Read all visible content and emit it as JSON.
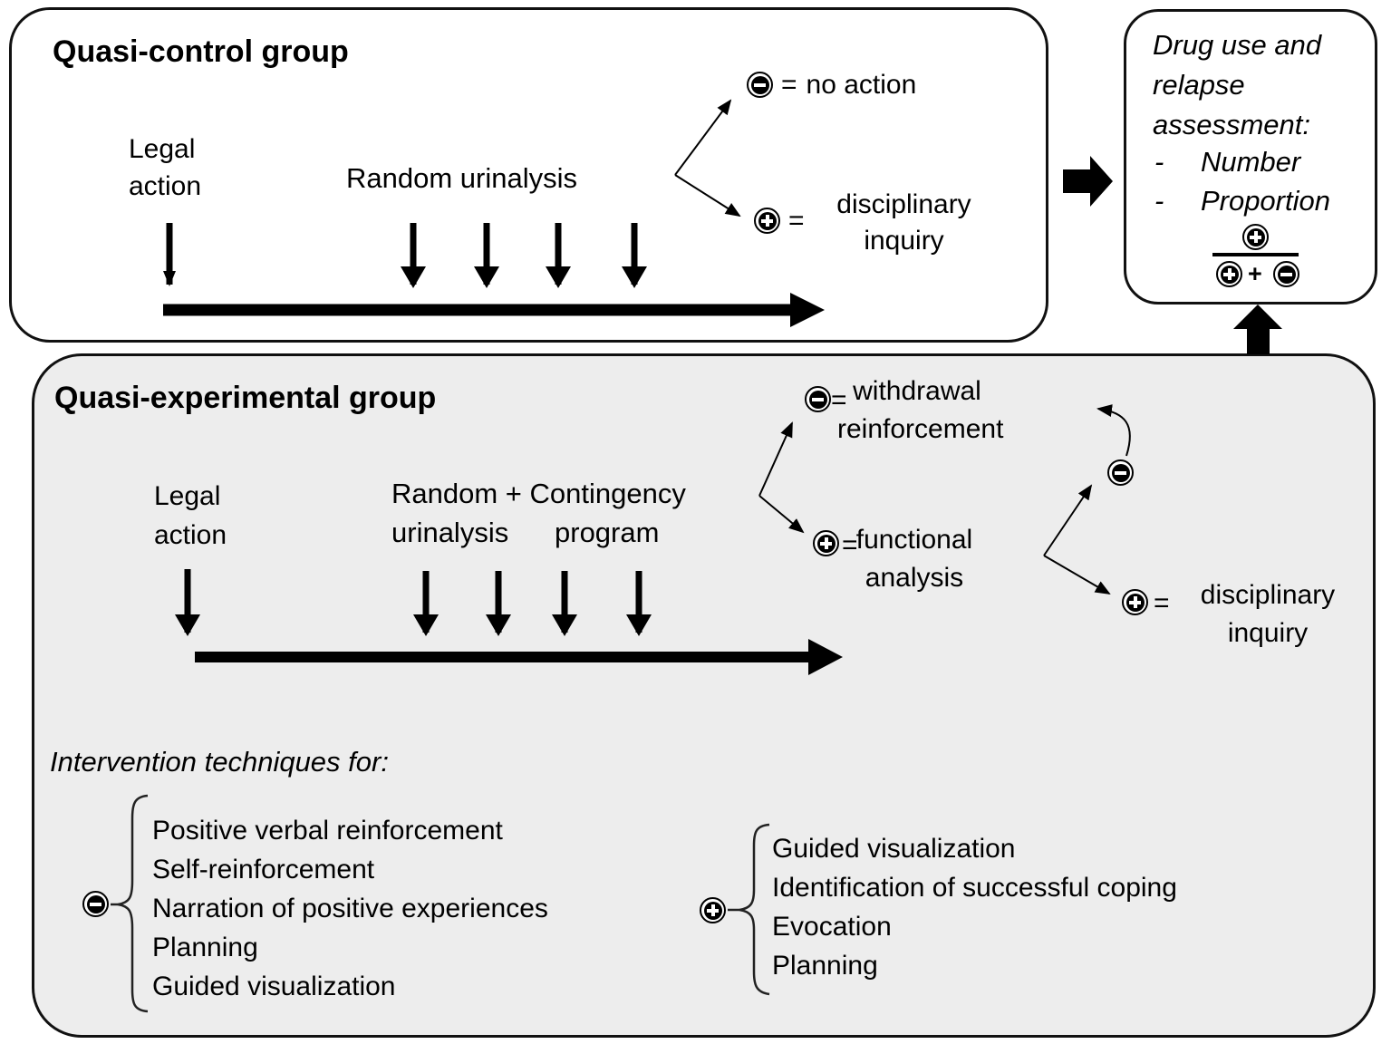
{
  "icons": {
    "minus_circle": "minus-in-circle",
    "plus_circle": "plus-in-circle"
  },
  "colors": {
    "ink": "#000000",
    "experimental_fill": "#ededed",
    "box_fill": "#ffffff"
  },
  "control_group": {
    "title": "Quasi-control group",
    "legal_action": {
      "line1": "Legal",
      "line2": "action"
    },
    "urinalysis": "Random urinalysis",
    "outcome_negative": {
      "equals": "=",
      "label": "no action"
    },
    "outcome_positive": {
      "equals": "=",
      "line1": "disciplinary",
      "line2": "inquiry"
    }
  },
  "assessment": {
    "line1": "Drug use and",
    "line2": "relapse",
    "line3": "assessment:",
    "bullet1": {
      "dash": "-",
      "label": "Number"
    },
    "bullet2": {
      "dash": "-",
      "label": "Proportion"
    },
    "formula_plus_sign": "+"
  },
  "experimental_group": {
    "title": "Quasi-experimental group",
    "legal_action": {
      "line1": "Legal",
      "line2": "action"
    },
    "urinalysis": {
      "line1": "Random + Contingency",
      "line2a": "urinalysis",
      "line2b": "program"
    },
    "outcome_negative": {
      "equals": "=",
      "line1": "withdrawal",
      "line2": "reinforcement"
    },
    "outcome_positive": {
      "equals": "=",
      "line1": "functional",
      "line2": "analysis"
    },
    "outcome_positive2": {
      "equals": "=",
      "line1": "disciplinary",
      "line2": "inquiry"
    }
  },
  "intervention": {
    "heading": "Intervention techniques for:",
    "minus_list": [
      "Positive verbal reinforcement",
      "Self-reinforcement",
      "Narration of positive experiences",
      "Planning",
      "Guided visualization"
    ],
    "plus_list": [
      "Guided visualization",
      "Identification of successful coping",
      "Evocation",
      "Planning"
    ]
  }
}
